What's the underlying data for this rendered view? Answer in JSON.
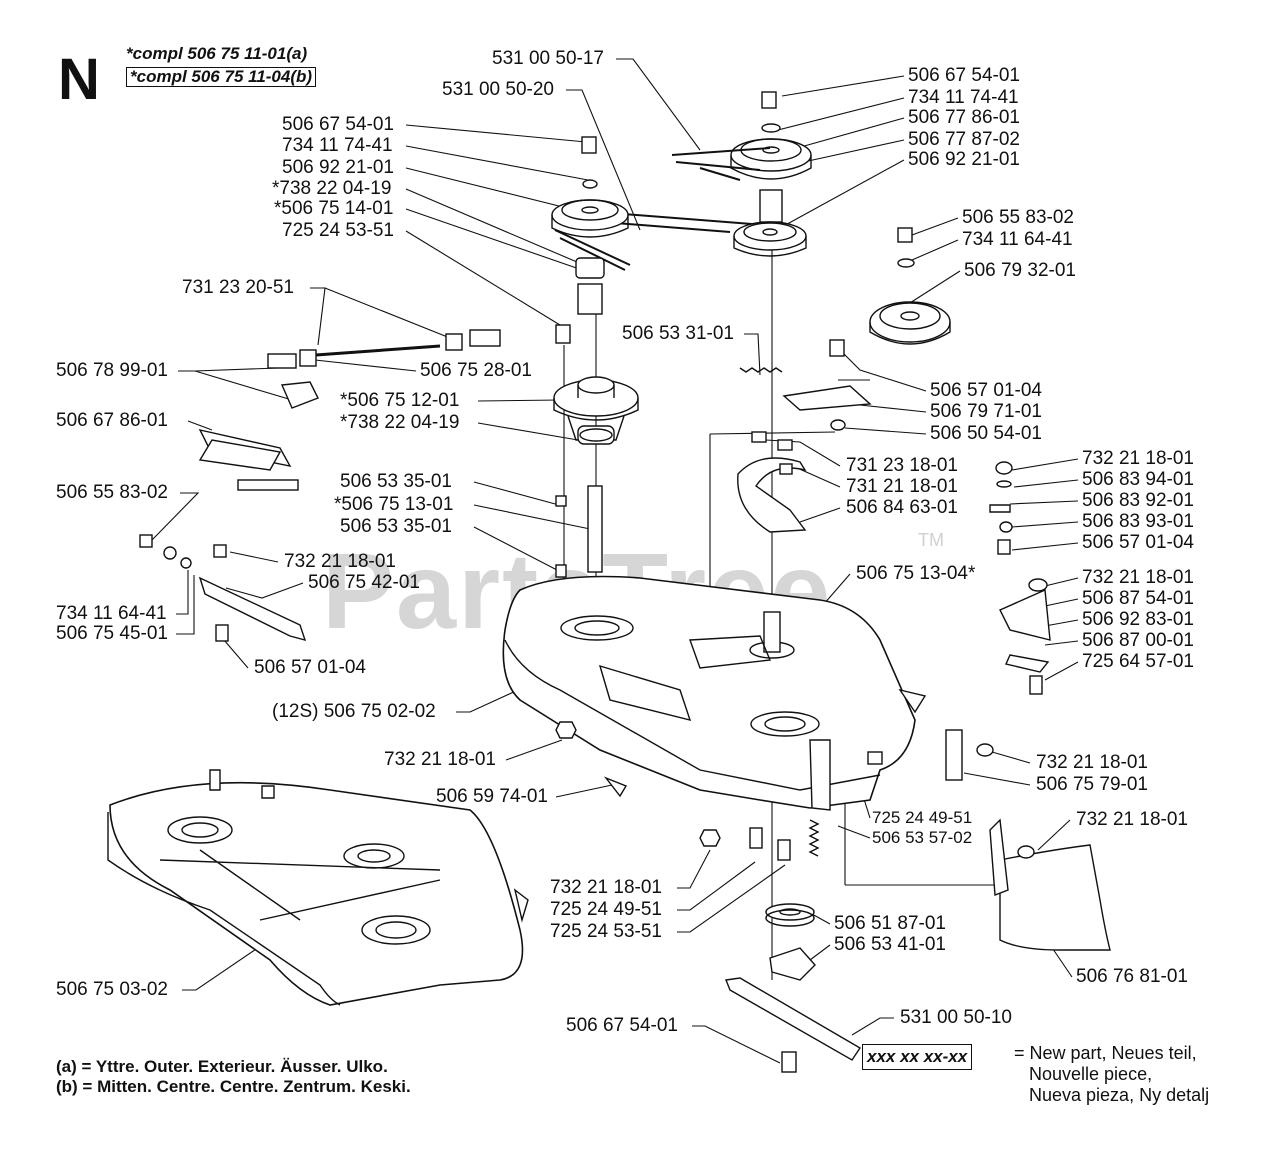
{
  "page_letter": "N",
  "compl": {
    "a": "*compl 506 75 11-01(a)",
    "b": "*compl 506 75 11-04(b)"
  },
  "watermark": {
    "text": "PartsTree",
    "tm": "TM"
  },
  "legend": {
    "a": "(a) =  Yttre. Outer. Exterieur. Äusser. Ulko.",
    "b": "(b) =  Mitten. Centre. Centre. Zentrum. Keski."
  },
  "new_part": {
    "box": "xxx xx xx-xx",
    "text": "= New part, Neues teil,\n   Nouvelle piece,\n   Nueva pieza, Ny detalj"
  },
  "labels": {
    "l01": "531 00 50-17",
    "l02": "531 00 50-20",
    "l03": "506 67 54-01",
    "l04": "734 11 74-41",
    "l05": "506 77 86-01",
    "l06": "506 77 87-02",
    "l07": "506 92 21-01",
    "l08": "506 67 54-01",
    "l09": "734 11 74-41",
    "l10": "506 92 21-01",
    "l11": "*738 22 04-19",
    "l12": "*506 75 14-01",
    "l13": "725 24 53-51",
    "l14": "506 55 83-02",
    "l15": "734 11 64-41",
    "l16": "506 79 32-01",
    "l17": "731 23 20-51",
    "l18": "506 53 31-01",
    "l19": "506 78 99-01",
    "l20": "506 75 28-01",
    "l21": "*506 75 12-01",
    "l22": "*738 22 04-19",
    "l23": "506 57 01-04",
    "l24": "506 79 71-01",
    "l25": "506 50 54-01",
    "l26": "506 67 86-01",
    "l27": "731 23 18-01",
    "l28": "731 21 18-01",
    "l29": "506 84 63-01",
    "l30": "732 21 18-01",
    "l31": "506 83 94-01",
    "l32": "506 83 92-01",
    "l33": "506 83 93-01",
    "l34": "506 57 01-04",
    "l35": "506 53 35-01",
    "l36": "*506 75 13-01",
    "l37": "506 53 35-01",
    "l38": "506 55 83-02",
    "l39": "732 21 18-01",
    "l40": "506 75 42-01",
    "l41": "506 75 13-04*",
    "l42": "732 21 18-01",
    "l43": "506 87 54-01",
    "l44": "506 92 83-01",
    "l45": "506 87 00-01",
    "l46": "725 64 57-01",
    "l47": "734 11 64-41",
    "l48": "506 75 45-01",
    "l49": "506 57 01-04",
    "l50": "(12S) 506 75 02-02",
    "l51": "732 21 18-01",
    "l52": "732 21 18-01",
    "l53": "506 75 79-01",
    "l54": "506 59 74-01",
    "l55": "725 24 49-51",
    "l56": "506 53 57-02",
    "l57": "732 21 18-01",
    "l58": "732 21 18-01",
    "l59": "725 24 49-51",
    "l60": "725 24 53-51",
    "l61": "506 51 87-01",
    "l62": "506 53 41-01",
    "l63": "506 76 81-01",
    "l64": "506 75 03-02",
    "l65": "531 00 50-10",
    "l66": "506 67 54-01"
  }
}
